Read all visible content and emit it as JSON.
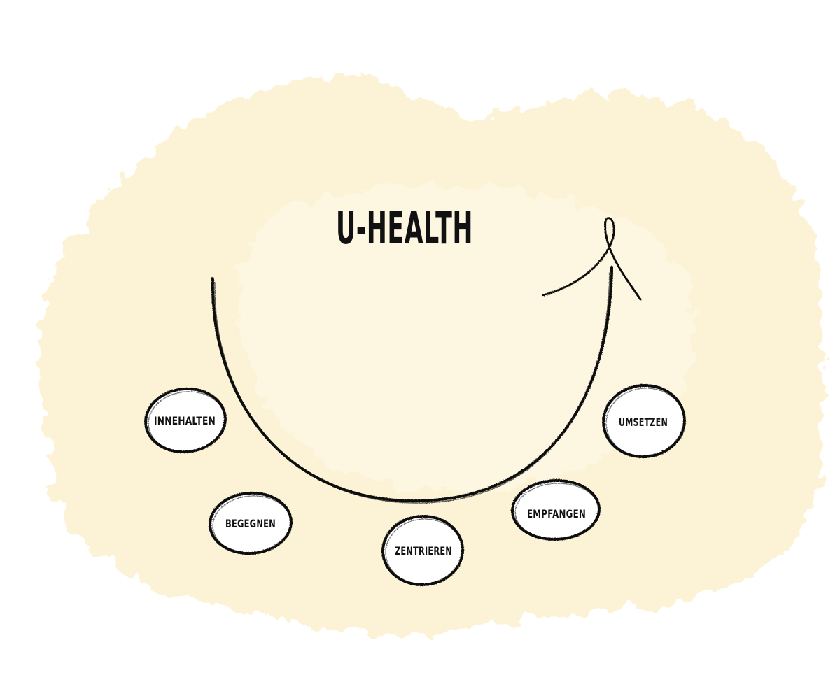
{
  "title": "U-HEALTH",
  "stages": [
    {
      "label": "INNEHALTEN"
    },
    {
      "label": "BEGEGNEN"
    },
    {
      "label": "ZENTRIEREN"
    },
    {
      "label": "EMPFANGEN"
    },
    {
      "label": "UMSETZEN"
    }
  ],
  "colors": {
    "background": "#ffffff",
    "wash": "#fcf3d6",
    "wash_light": "#fdf6e1",
    "ink": "#111111",
    "stage_fill": "#ffffff"
  }
}
